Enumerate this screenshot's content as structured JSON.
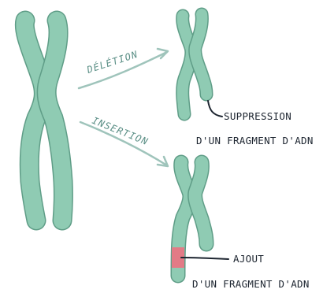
{
  "labels": {
    "deletion_arrow": "DÉLÉTION",
    "insertion_arrow": "INSERTION",
    "suppression_line1": "SUPPRESSION",
    "suppression_line2": "D'UN FRAGMENT D'ADN",
    "ajout_line1": "AJOUT",
    "ajout_line2": "D'UN FRAGMENT D'ADN"
  },
  "colors": {
    "chromosome_fill": "#8fcbb3",
    "chromosome_stroke": "#5f9d87",
    "insert_fill": "#e27b86",
    "arrow": "#9fc4bb",
    "text": "#1d2530"
  }
}
